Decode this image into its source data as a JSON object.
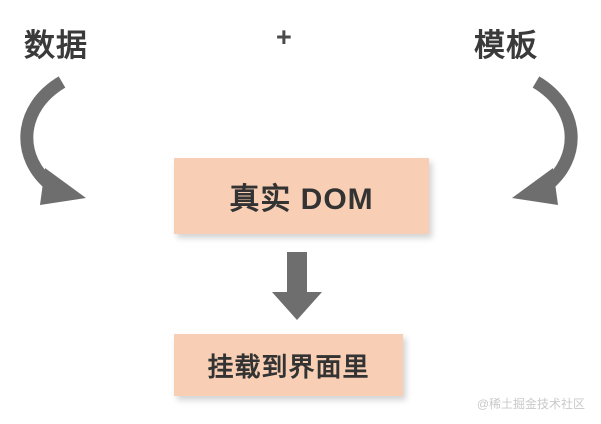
{
  "diagram": {
    "title_left": "数据",
    "operator": "+",
    "title_right": "模板",
    "nodes": [
      {
        "id": "real-dom",
        "label": "真实 DOM"
      },
      {
        "id": "mount",
        "label": "挂载到界面里"
      }
    ],
    "arrows": [
      {
        "id": "left-curve",
        "from": "数据",
        "to": "真实 DOM"
      },
      {
        "id": "right-curve",
        "from": "模板",
        "to": "真实 DOM"
      },
      {
        "id": "down-arrow",
        "from": "真实 DOM",
        "to": "挂载到界面里"
      }
    ],
    "colors": {
      "box_fill": "#f8cfb4",
      "arrow": "#6e6e6e",
      "text": "#3a3a3a",
      "watermark": "#c9c9c9"
    }
  },
  "watermark": "@稀土掘金技术社区"
}
